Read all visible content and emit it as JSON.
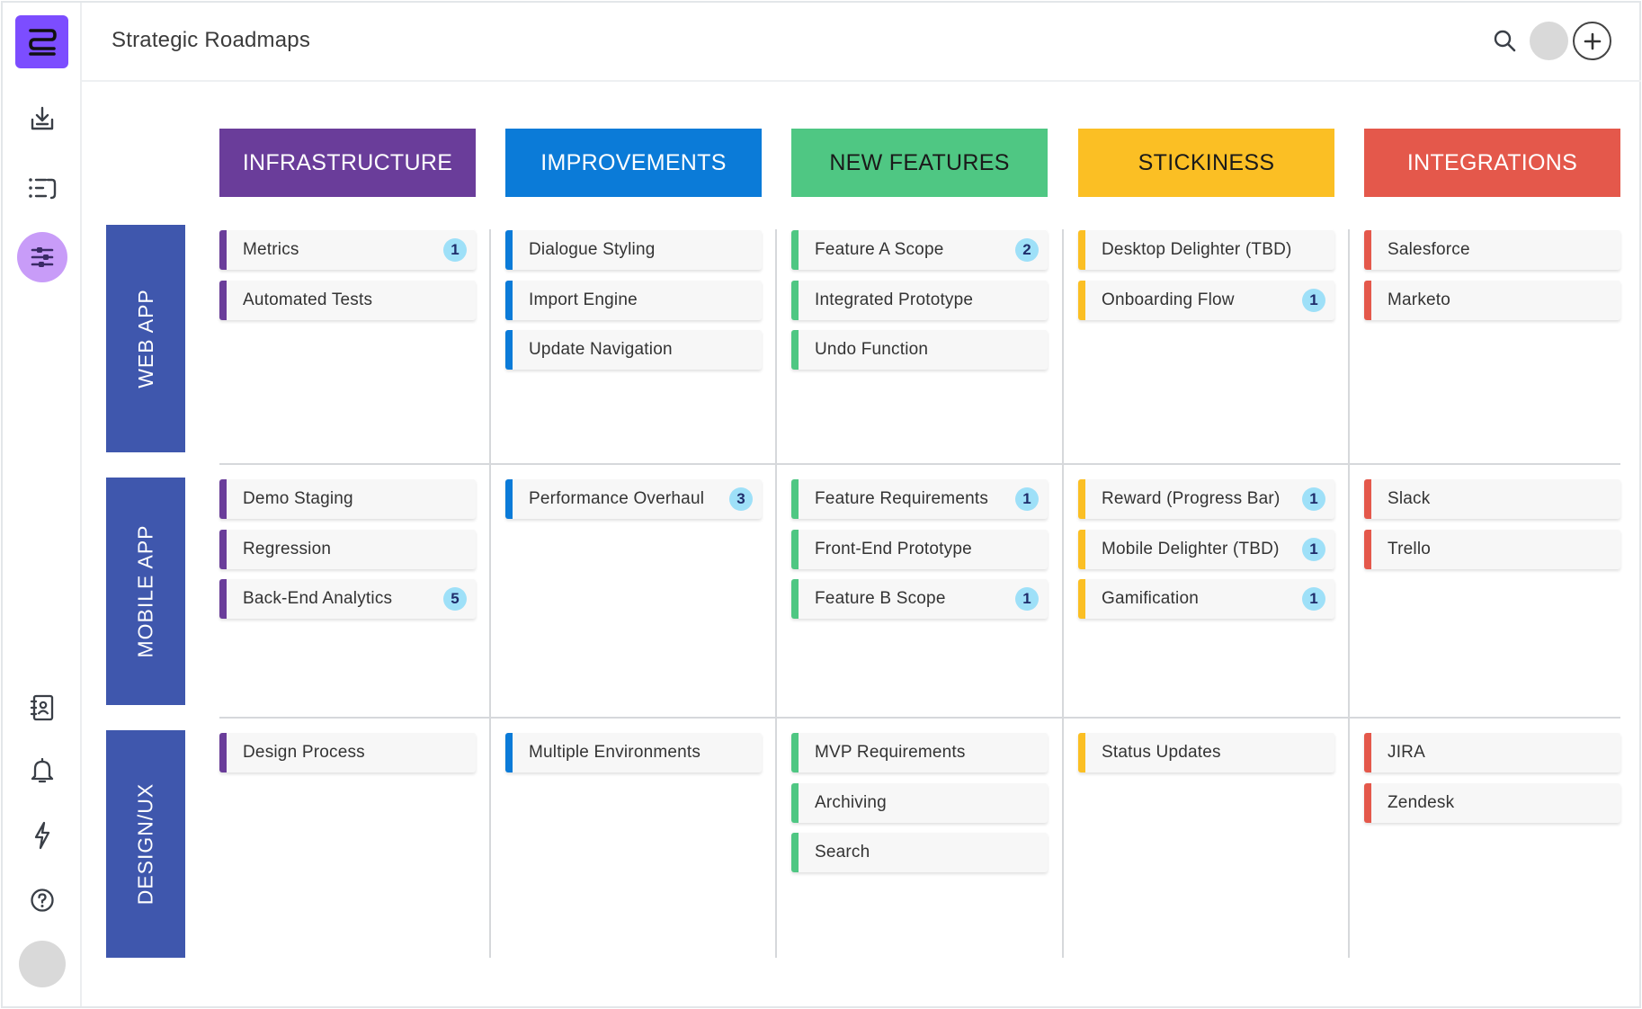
{
  "app": {
    "title": "Strategic Roadmaps",
    "brand_color": "#7c4dff"
  },
  "sidebar": {
    "icons": [
      "download-icon",
      "list-icon",
      "roadmap-icon",
      "contacts-icon",
      "bell-icon",
      "bolt-icon",
      "help-icon"
    ],
    "active": "roadmap-icon"
  },
  "header": {
    "icons": [
      "search-icon",
      "avatar",
      "plus-icon"
    ]
  },
  "columns": [
    {
      "label": "INFRASTRUCTURE",
      "color": "#6a3d9a",
      "text_color": "#ffffff"
    },
    {
      "label": "IMPROVEMENTS",
      "color": "#0b7bd8",
      "text_color": "#ffffff"
    },
    {
      "label": "NEW FEATURES",
      "color": "#4fc783",
      "text_color": "#1a1a1a"
    },
    {
      "label": "STICKINESS",
      "color": "#fbbf24",
      "text_color": "#1a1a1a"
    },
    {
      "label": "INTEGRATIONS",
      "color": "#e4584b",
      "text_color": "#ffffff"
    }
  ],
  "rows": [
    {
      "label": "WEB APP",
      "color": "#3f57ad"
    },
    {
      "label": "MOBILE APP",
      "color": "#3f57ad"
    },
    {
      "label": "DESIGN/UX",
      "color": "#3f57ad"
    }
  ],
  "cards": [
    [
      [
        {
          "label": "Metrics",
          "badge": "1"
        },
        {
          "label": "Automated Tests"
        }
      ],
      [
        {
          "label": "Dialogue Styling"
        },
        {
          "label": "Import Engine"
        },
        {
          "label": "Update Navigation"
        }
      ],
      [
        {
          "label": "Feature A Scope",
          "badge": "2"
        },
        {
          "label": "Integrated Prototype"
        },
        {
          "label": "Undo Function"
        }
      ],
      [
        {
          "label": "Desktop Delighter (TBD)"
        },
        {
          "label": "Onboarding Flow",
          "badge": "1"
        }
      ],
      [
        {
          "label": "Salesforce"
        },
        {
          "label": "Marketo"
        }
      ]
    ],
    [
      [
        {
          "label": "Demo Staging"
        },
        {
          "label": "Regression"
        },
        {
          "label": "Back-End Analytics",
          "badge": "5"
        }
      ],
      [
        {
          "label": "Performance Overhaul",
          "badge": "3"
        }
      ],
      [
        {
          "label": "Feature Requirements",
          "badge": "1"
        },
        {
          "label": "Front-End Prototype"
        },
        {
          "label": "Feature B Scope",
          "badge": "1"
        }
      ],
      [
        {
          "label": "Reward (Progress Bar)",
          "badge": "1"
        },
        {
          "label": "Mobile Delighter (TBD)",
          "badge": "1"
        },
        {
          "label": "Gamification",
          "badge": "1"
        }
      ],
      [
        {
          "label": "Slack"
        },
        {
          "label": "Trello"
        }
      ]
    ],
    [
      [
        {
          "label": "Design Process"
        }
      ],
      [
        {
          "label": "Multiple Environments"
        }
      ],
      [
        {
          "label": "MVP Requirements"
        },
        {
          "label": "Archiving"
        },
        {
          "label": "Search"
        }
      ],
      [
        {
          "label": "Status Updates"
        }
      ],
      [
        {
          "label": "JIRA"
        },
        {
          "label": "Zendesk"
        }
      ]
    ]
  ]
}
